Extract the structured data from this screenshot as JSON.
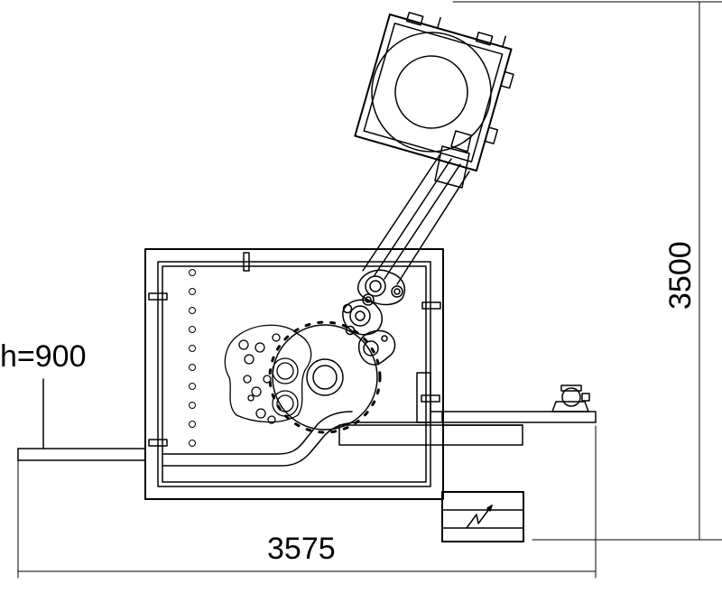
{
  "dimensions": {
    "height_label": "h=900",
    "width_label": "3575",
    "depth_label": "3500"
  },
  "colors": {
    "line": "#000000",
    "background": "#ffffff"
  },
  "icons": [
    "electrical-box-lightning-icon",
    "motor-pump-icon"
  ]
}
